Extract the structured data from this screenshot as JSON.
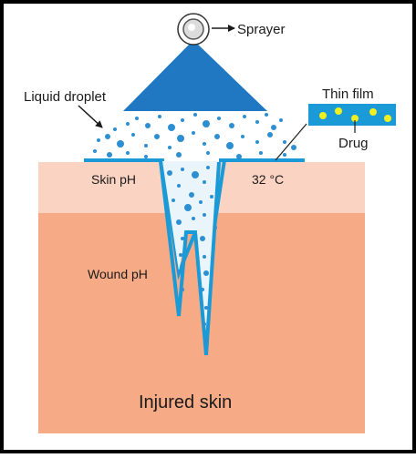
{
  "labels": {
    "sprayer": "Sprayer",
    "liquid_droplet": "Liquid droplet",
    "thin_film": "Thin film",
    "drug": "Drug",
    "skin_ph": "Skin pH",
    "temperature": "32 °C",
    "wound_ph": "Wound pH",
    "injured_skin": "Injured skin"
  },
  "colors": {
    "frame": "#000000",
    "sprayer_blue": "#1f78c1",
    "film_blue": "#1a9ad6",
    "drug_yellow": "#f2ef1f",
    "skin_top": "#fbd3c2",
    "skin_wound": "#f6ab86",
    "droplet": "#2b8fd1",
    "wound_fill": "#eaf4fb"
  },
  "icons": {
    "sprayer": "sprayer-nozzle-icon",
    "arrow": "arrow-right-icon"
  }
}
